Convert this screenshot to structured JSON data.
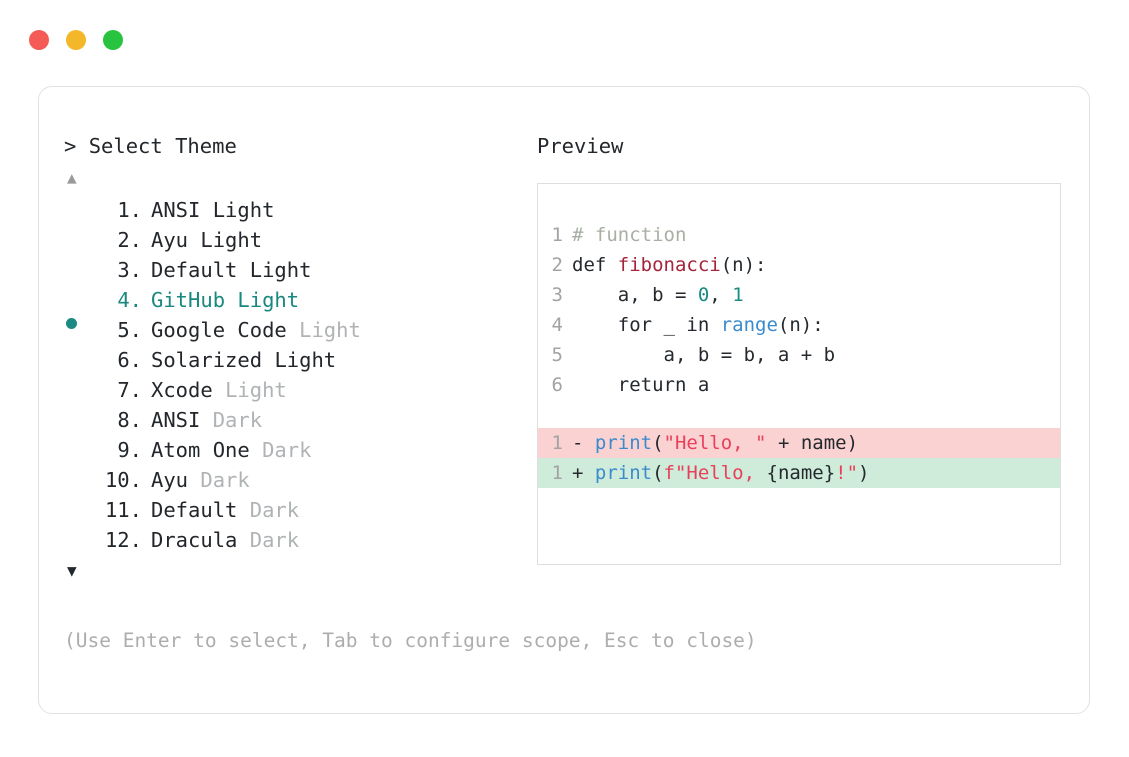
{
  "window": {
    "traffic_lights": [
      {
        "name": "close",
        "color": "#f45b56"
      },
      {
        "name": "minimize",
        "color": "#f5b72a"
      },
      {
        "name": "maximize",
        "color": "#28c33f"
      }
    ]
  },
  "selector": {
    "prompt_symbol": ">",
    "title": "Select Theme",
    "scroll_up_icon": "▲",
    "scroll_down_icon": "▼",
    "selected_index": 4,
    "items": [
      {
        "index": "1.",
        "name": "ANSI",
        "variant": "Light",
        "variant_dim": false,
        "selected": false
      },
      {
        "index": "2.",
        "name": "Ayu",
        "variant": "Light",
        "variant_dim": false,
        "selected": false
      },
      {
        "index": "3.",
        "name": "Default",
        "variant": "Light",
        "variant_dim": false,
        "selected": false
      },
      {
        "index": "4.",
        "name": "GitHub",
        "variant": "Light",
        "variant_dim": false,
        "selected": true
      },
      {
        "index": "5.",
        "name": "Google Code",
        "variant": "Light",
        "variant_dim": true,
        "selected": false
      },
      {
        "index": "6.",
        "name": "Solarized",
        "variant": "Light",
        "variant_dim": false,
        "selected": false
      },
      {
        "index": "7.",
        "name": "Xcode",
        "variant": "Light",
        "variant_dim": true,
        "selected": false
      },
      {
        "index": "8.",
        "name": "ANSI",
        "variant": "Dark",
        "variant_dim": true,
        "selected": false
      },
      {
        "index": "9.",
        "name": "Atom One",
        "variant": "Dark",
        "variant_dim": true,
        "selected": false
      },
      {
        "index": "10.",
        "name": "Ayu",
        "variant": "Dark",
        "variant_dim": true,
        "selected": false
      },
      {
        "index": "11.",
        "name": "Default",
        "variant": "Dark",
        "variant_dim": true,
        "selected": false
      },
      {
        "index": "12.",
        "name": "Dracula",
        "variant": "Dark",
        "variant_dim": true,
        "selected": false
      }
    ]
  },
  "preview": {
    "title": "Preview",
    "code_lines": [
      {
        "ln": "1",
        "tokens": [
          {
            "t": "# function",
            "c": "tok-comment"
          }
        ]
      },
      {
        "ln": "2",
        "tokens": [
          {
            "t": "def ",
            "c": "tok-kw"
          },
          {
            "t": "fibonacci",
            "c": "tok-fn"
          },
          {
            "t": "(n):",
            "c": "tok-plain"
          }
        ]
      },
      {
        "ln": "3",
        "tokens": [
          {
            "t": "    a, b = ",
            "c": "tok-plain"
          },
          {
            "t": "0",
            "c": "tok-num"
          },
          {
            "t": ", ",
            "c": "tok-plain"
          },
          {
            "t": "1",
            "c": "tok-num"
          }
        ]
      },
      {
        "ln": "4",
        "tokens": [
          {
            "t": "    for _ in ",
            "c": "tok-plain"
          },
          {
            "t": "range",
            "c": "tok-builtin"
          },
          {
            "t": "(n):",
            "c": "tok-plain"
          }
        ]
      },
      {
        "ln": "5",
        "tokens": [
          {
            "t": "        a, b = b, a + b",
            "c": "tok-plain"
          }
        ]
      },
      {
        "ln": "6",
        "tokens": [
          {
            "t": "    return a",
            "c": "tok-plain"
          }
        ]
      }
    ],
    "diff_lines": [
      {
        "ln": "1",
        "kind": "del",
        "sign": "- ",
        "tokens": [
          {
            "t": "print",
            "c": "tok-builtin"
          },
          {
            "t": "(",
            "c": "tok-plain"
          },
          {
            "t": "\"Hello, \"",
            "c": "tok-str"
          },
          {
            "t": " + name)",
            "c": "tok-plain"
          }
        ]
      },
      {
        "ln": "1",
        "kind": "add",
        "sign": "+ ",
        "tokens": [
          {
            "t": "print",
            "c": "tok-builtin"
          },
          {
            "t": "(",
            "c": "tok-plain"
          },
          {
            "t": "f\"Hello, ",
            "c": "tok-str"
          },
          {
            "t": "{name}",
            "c": "tok-plain"
          },
          {
            "t": "!\"",
            "c": "tok-str"
          },
          {
            "t": ")",
            "c": "tok-plain"
          }
        ]
      }
    ]
  },
  "footer": {
    "hint": "(Use Enter to select, Tab to configure scope, Esc to close)"
  },
  "colors": {
    "accent_teal": "#19887f",
    "diff_add_bg": "#cfebd9",
    "diff_del_bg": "#fbd2d2",
    "border": "#e2e2e2",
    "muted": "#b0b3b5"
  }
}
